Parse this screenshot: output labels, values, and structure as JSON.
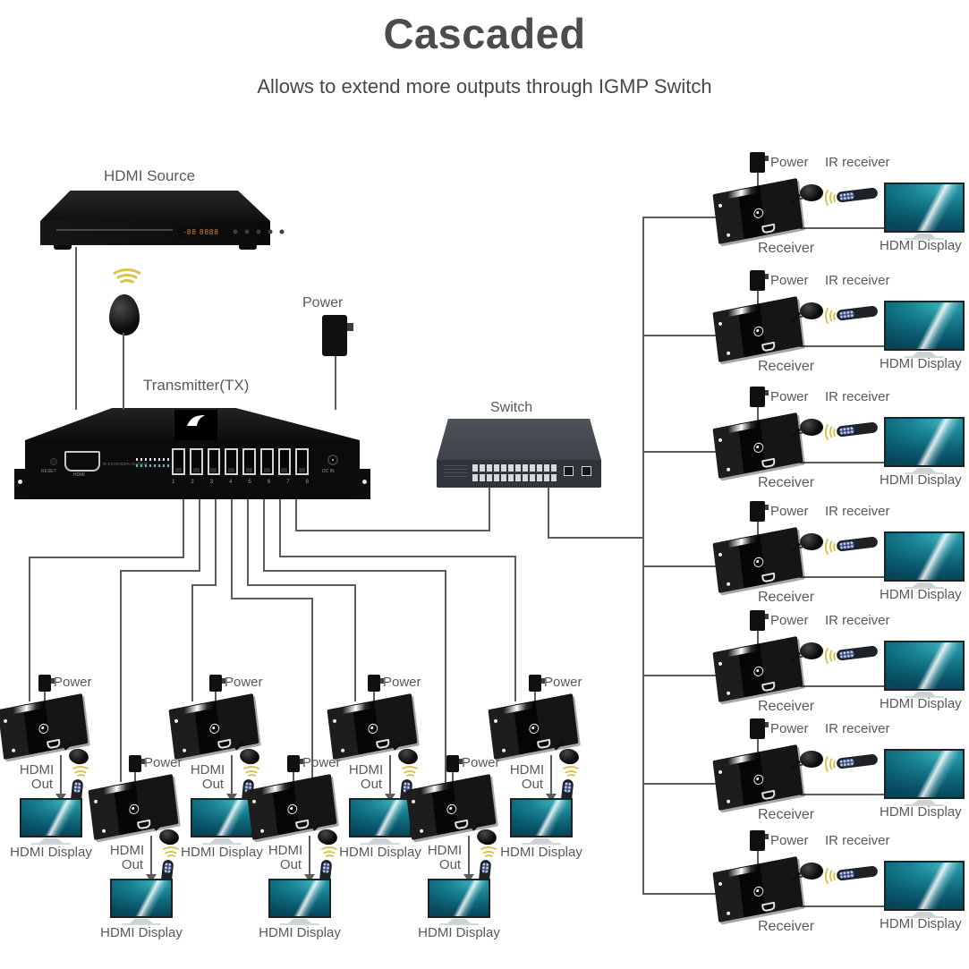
{
  "title": "Cascaded",
  "subtitle": "Allows to extend more outputs through IGMP Switch",
  "hdmi_source": {
    "label": "HDMI Source",
    "display_text": "-88 8888"
  },
  "transmitter": {
    "label": "Transmitter(TX)",
    "power_label": "Power",
    "panel": {
      "reset": "RESET",
      "hdmi": "HDMI",
      "ir_output": "IR EXTENDER OUTPUT",
      "dc_in": "DC IN",
      "port_numbers": [
        "1",
        "2",
        "3",
        "4",
        "5",
        "6",
        "7",
        "8"
      ]
    }
  },
  "network_switch": {
    "label": "Switch"
  },
  "receiver_labels": {
    "power": "Power",
    "ir_receiver": "IR receiver",
    "receiver": "Receiver",
    "hdmi_display": "HDMI Display",
    "hdmi_out_line1": "HDMI",
    "hdmi_out_line2": "Out"
  },
  "layout_counts": {
    "right_receivers": 7,
    "bottom_receivers": 7
  },
  "colors": {
    "background": "#ffffff",
    "line": "#5c5c5c",
    "text": "#58595b",
    "title": "#4c4c4c",
    "device_black": "#101010",
    "switch_gray": "#3c4248",
    "tv_teal": "#117183",
    "ir_wave_yellow": "#d8c44e"
  }
}
